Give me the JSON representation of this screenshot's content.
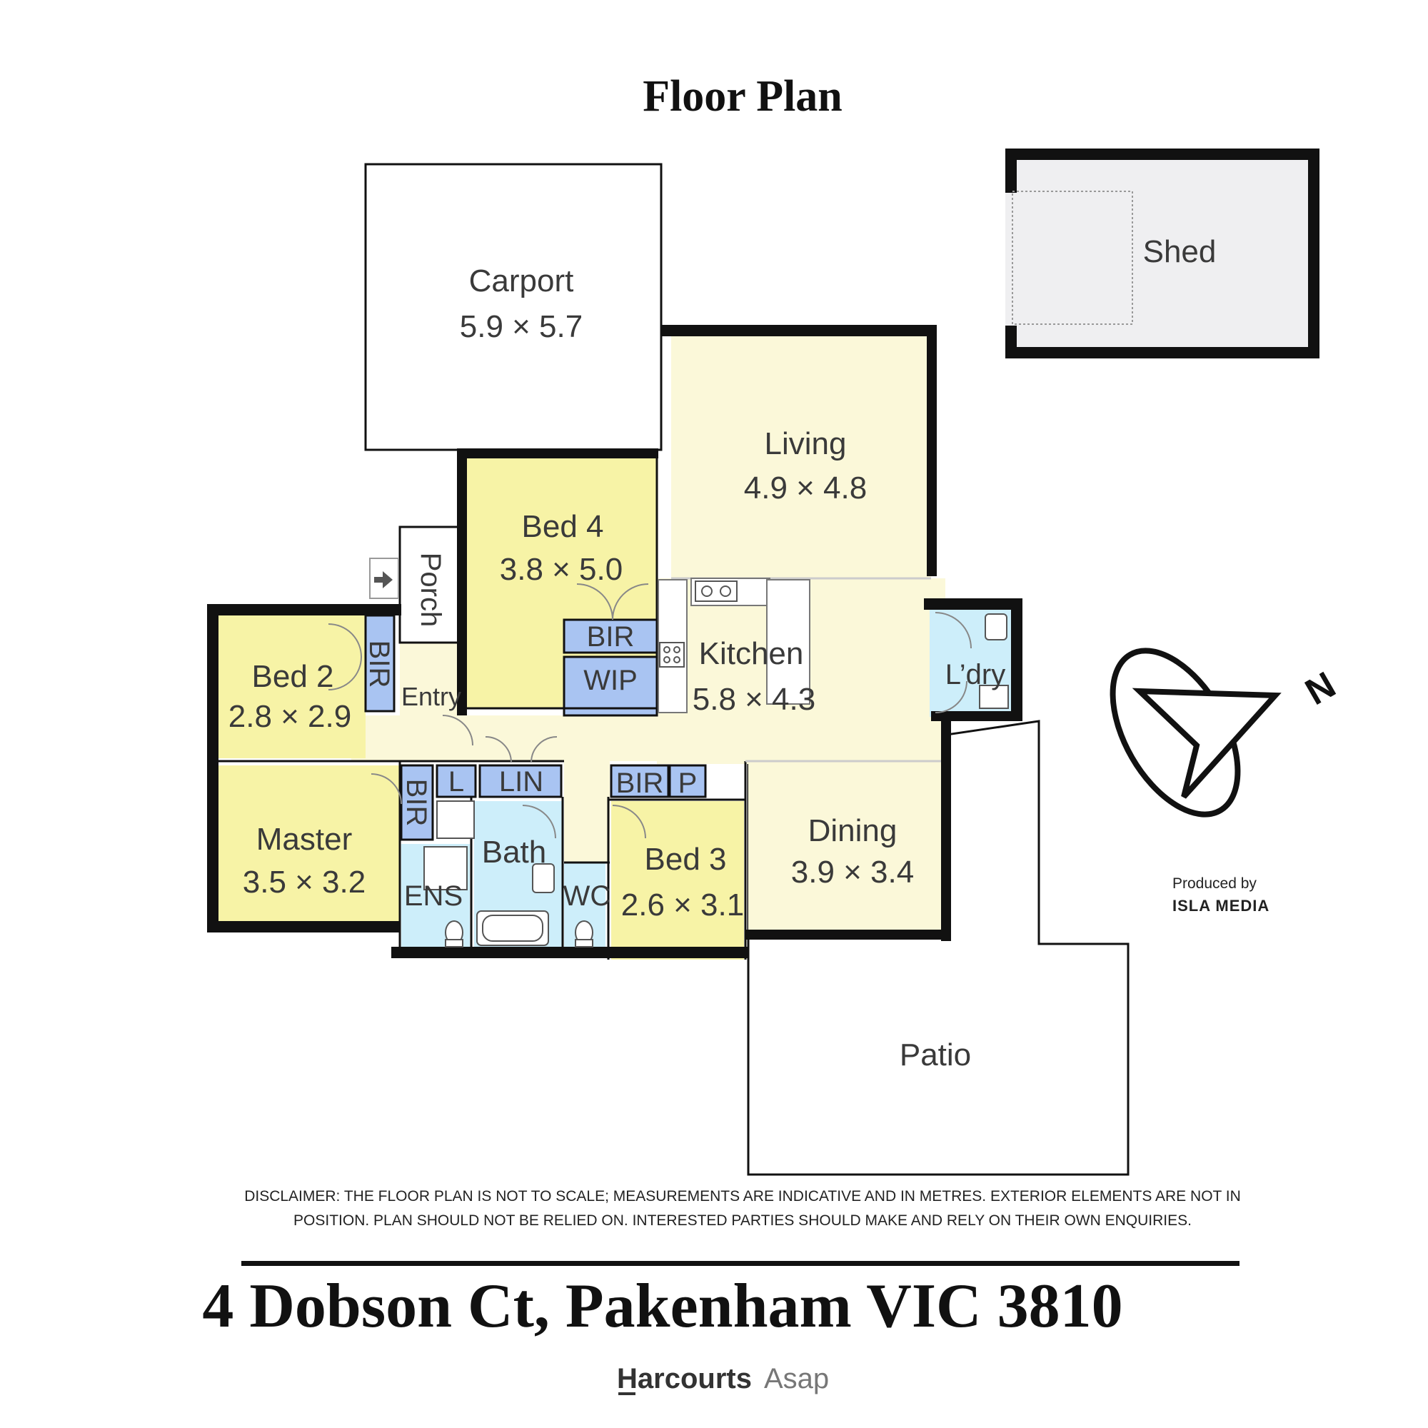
{
  "title": "Floor Plan",
  "address": "4 Dobson Ct, Pakenham VIC 3810",
  "disclaimer": {
    "line1": "DISCLAIMER: THE FLOOR PLAN IS NOT TO SCALE; MEASUREMENTS ARE INDICATIVE AND IN METRES. EXTERIOR ELEMENTS ARE NOT IN",
    "line2": "POSITION. PLAN SHOULD NOT BE RELIED ON. INTERESTED PARTIES SHOULD MAKE AND RELY ON THEIR OWN ENQUIRIES."
  },
  "producer": {
    "label": "Produced by",
    "name": "ISLA MEDIA"
  },
  "agency": {
    "name": "Harcourts",
    "suffix": "Asap"
  },
  "compass": {
    "label": "N"
  },
  "colors": {
    "bedroom": "#f7f3a6",
    "living": "#fbf8d9",
    "wet": "#cdeefa",
    "storage": "#a9c4f2",
    "shed": "#efeff1",
    "wall": "#111111"
  },
  "rooms": {
    "carport": {
      "name": "Carport",
      "dims": "5.9 × 5.7"
    },
    "shed": {
      "name": "Shed"
    },
    "living": {
      "name": "Living",
      "dims": "4.9 × 4.8"
    },
    "bed4": {
      "name": "Bed 4",
      "dims": "3.8 × 5.0"
    },
    "porch": {
      "name": "Porch"
    },
    "bed2": {
      "name": "Bed 2",
      "dims": "2.8 × 2.9"
    },
    "entry": {
      "name": "Entry"
    },
    "kitchen": {
      "name": "Kitchen",
      "dims": "5.8 × 4.3"
    },
    "laundry": {
      "name": "L’dry"
    },
    "master": {
      "name": "Master",
      "dims": "3.5 × 3.2"
    },
    "ens": {
      "name": "ENS"
    },
    "bath": {
      "name": "Bath"
    },
    "wc": {
      "name": "WC"
    },
    "bed3": {
      "name": "Bed 3",
      "dims": "2.6 × 3.1"
    },
    "dining": {
      "name": "Dining",
      "dims": "3.9 × 3.4"
    },
    "patio": {
      "name": "Patio"
    }
  },
  "storage": {
    "bir_bed2": "BIR",
    "bir_bed4": "BIR",
    "wip": "WIP",
    "bir_master": "BIR",
    "l": "L",
    "lin": "LIN",
    "bir_bed3": "BIR",
    "pantry": "P"
  }
}
